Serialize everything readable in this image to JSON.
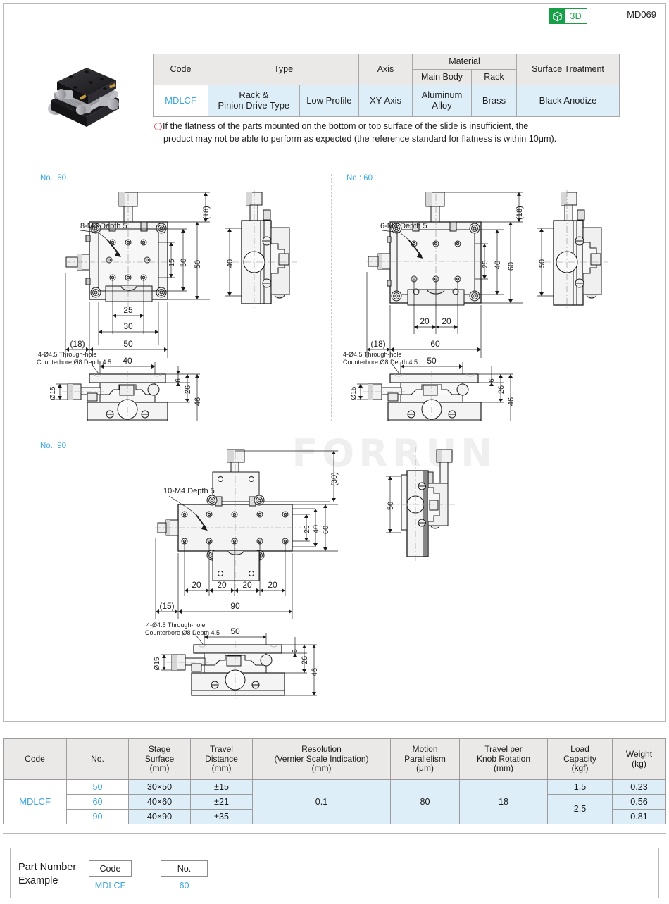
{
  "header": {
    "badge_3d": "3D",
    "badge_icon": "cube-3d-icon",
    "part_code": "MD069"
  },
  "product_photo": {
    "alt": "MDLCF black anodized XY-axis low profile rack and pinion stage"
  },
  "overview_table": {
    "headers": {
      "code": "Code",
      "type": "Type",
      "axis": "Axis",
      "material": "Material",
      "main_body": "Main Body",
      "rack": "Rack",
      "surface_treatment": "Surface Treatment"
    },
    "row": {
      "code": "MDLCF",
      "type": "Rack &\nPinion Drive Type",
      "type_line1": "Rack &",
      "type_line2": "Pinion Drive Type",
      "profile": "Low Profile",
      "axis": "XY-Axis",
      "main_body_line1": "Aluminum",
      "main_body_line2": "Alloy",
      "rack": "Brass",
      "surface_treatment": "Black Anodize"
    }
  },
  "note": {
    "icon": "info-icon",
    "line1": "If the flatness of the parts mounted on the bottom or top surface of the slide is insufficient, the",
    "line2": "product may not be able to perform as expected (the reference standard for flatness is within 10μm)."
  },
  "watermark": "FORRUN",
  "drawings": {
    "no50": {
      "label": "No.: 50",
      "tap_note": "8-M4 Depth 5",
      "through_note_line1": "4-Ø4.5 Through-hole",
      "through_note_line2": "Counterbore Ø8 Depth 4.5",
      "dims": {
        "top_bracket": "(18)",
        "left_bracket": "(18)",
        "inner_15": "15",
        "inner_30": "30",
        "overall_50_v": "50",
        "pitch_25": "25",
        "pitch_30": "30",
        "overall_50_h": "50",
        "side_40": "40",
        "front_40": "40",
        "front_6": "6",
        "front_26": "26",
        "front_46": "46",
        "knob_dia": "Ø15"
      }
    },
    "no60": {
      "label": "No.: 60",
      "tap_note": "6-M4 Depth 5",
      "through_note_line1": "4-Ø4.5 Through-hole",
      "through_note_line2": "Counterbore Ø8 Depth 4.5",
      "dims": {
        "top_bracket": "(18)",
        "left_bracket": "(18)",
        "inner_25": "25",
        "inner_40": "40",
        "overall_60_v": "60",
        "pitch_20a": "20",
        "pitch_20b": "20",
        "overall_60_h": "60",
        "side_50": "50",
        "front_50": "50",
        "front_6": "6",
        "front_26": "26",
        "front_46": "46",
        "knob_dia": "Ø15"
      }
    },
    "no90": {
      "label": "No.: 90",
      "tap_note": "10-M4 Depth 5",
      "through_note_line1": "4-Ø4.5 Through-hole",
      "through_note_line2": "Counterbore Ø8 Depth 4.5",
      "dims": {
        "top_bracket": "(30)",
        "left_bracket": "(15)",
        "inner_25": "25",
        "inner_40": "40",
        "overall_60_v": "60",
        "pitch_20a": "20",
        "pitch_20b": "20",
        "pitch_20c": "20",
        "pitch_20d": "20",
        "overall_90_h": "90",
        "side_50": "50",
        "front_50": "50",
        "front_6": "6",
        "front_26": "26",
        "front_46": "46",
        "knob_dia": "Ø15"
      }
    }
  },
  "spec_table": {
    "headers": {
      "code": "Code",
      "no": "No.",
      "stage_surface": "Stage\nSurface\n(mm)",
      "stage_surface_l1": "Stage",
      "stage_surface_l2": "Surface",
      "stage_surface_l3": "(mm)",
      "travel_distance_l1": "Travel",
      "travel_distance_l2": "Distance",
      "travel_distance_l3": "(mm)",
      "resolution_l1": "Resolution",
      "resolution_l2": "(Vernier Scale Indication)",
      "resolution_l3": "(mm)",
      "motion_parallelism_l1": "Motion",
      "motion_parallelism_l2": "Parallelism",
      "motion_parallelism_l3": "(μm)",
      "travel_per_knob_l1": "Travel per",
      "travel_per_knob_l2": "Knob Rotation",
      "travel_per_knob_l3": "(mm)",
      "load_capacity_l1": "Load",
      "load_capacity_l2": "Capacity",
      "load_capacity_l3": "(kgf)",
      "weight_l1": "Weight",
      "weight_l2": "(kg)"
    },
    "code": "MDLCF",
    "rows": [
      {
        "no": "50",
        "stage_surface": "30×50",
        "travel_distance": "±15",
        "weight": "0.23"
      },
      {
        "no": "60",
        "stage_surface": "40×60",
        "travel_distance": "±21",
        "weight": "0.56"
      },
      {
        "no": "90",
        "stage_surface": "40×90",
        "travel_distance": "±35",
        "weight": "0.81"
      }
    ],
    "resolution": "0.1",
    "motion_parallelism": "80",
    "travel_per_knob_rotation": "18",
    "load_capacity_50": "1.5",
    "load_capacity_6090": "2.5"
  },
  "part_number_example": {
    "label_l1": "Part Number",
    "label_l2": "Example",
    "box_code": "Code",
    "box_no": "No.",
    "value_code": "MDLCF",
    "value_no": "60",
    "separator": "—"
  },
  "colors": {
    "accent_blue": "#3aa5e0",
    "cell_blue": "#ddeef9",
    "header_gray": "#ebe9e8",
    "green_3d": "#17a04a",
    "note_red": "#e0606e"
  }
}
